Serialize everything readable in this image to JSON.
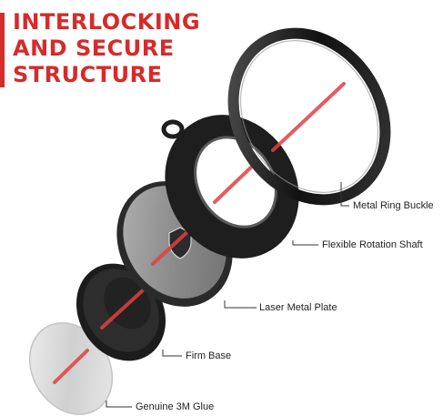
{
  "headline": {
    "line1": "INTERLOCKING",
    "line2": "AND SECURE",
    "line3": "STRUCTURE"
  },
  "colors": {
    "accent": "#d62b2b",
    "metal_dark": "#1b1b1b",
    "metal_grey": "#8f8f8f",
    "glue": "#d9d9d9"
  },
  "labels": {
    "ring_buckle": "Metal Ring Buckle",
    "rotation_shaft": "Flexible Rotation Shaft",
    "metal_plate": "Laser Metal Plate",
    "firm_base": "Firm Base",
    "glue": "Genuine 3M Glue"
  }
}
